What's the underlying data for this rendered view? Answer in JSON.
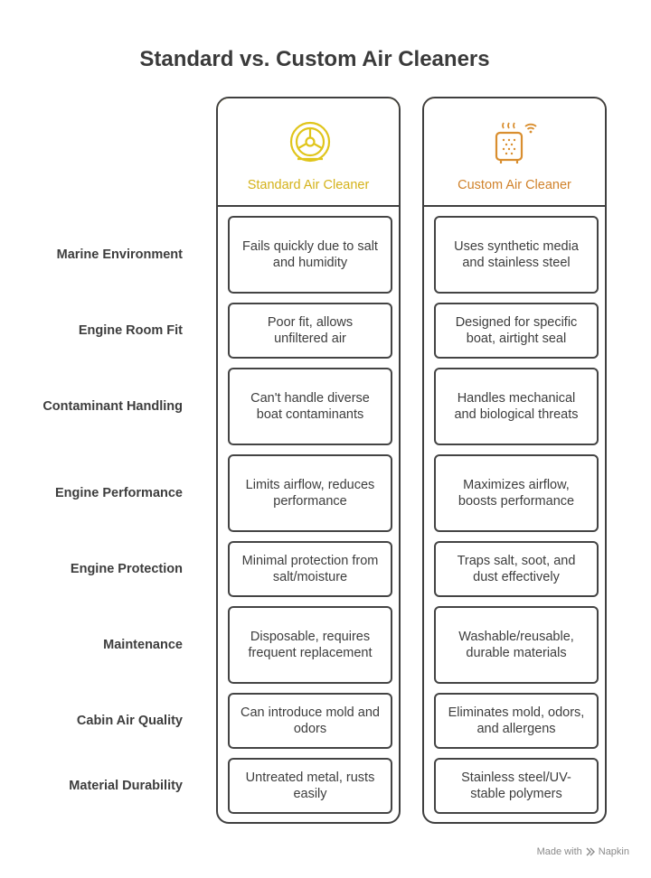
{
  "title": "Standard vs. Custom Air Cleaners",
  "columns": [
    {
      "title": "Standard Air Cleaner",
      "icon": "fan-filter-icon",
      "accent": "#e0c51b"
    },
    {
      "title": "Custom Air Cleaner",
      "icon": "smart-air-purifier-icon",
      "accent": "#d98e2f"
    }
  ],
  "rows": [
    {
      "label": "Marine Environment",
      "standard": "Fails quickly due to salt and humidity",
      "custom": "Uses synthetic media and stainless steel"
    },
    {
      "label": "Engine Room Fit",
      "standard": "Poor fit, allows unfiltered air",
      "custom": "Designed for specific boat, airtight seal"
    },
    {
      "label": "Contaminant Handling",
      "standard": "Can't handle diverse boat contaminants",
      "custom": "Handles mechanical and biological threats"
    },
    {
      "label": "Engine Performance",
      "standard": "Limits airflow, reduces performance",
      "custom": "Maximizes airflow, boosts performance"
    },
    {
      "label": "Engine Protection",
      "standard": "Minimal protection from salt/moisture",
      "custom": "Traps salt, soot, and dust effectively"
    },
    {
      "label": "Maintenance",
      "standard": "Disposable, requires frequent replacement",
      "custom": "Washable/reusable, durable materials"
    },
    {
      "label": "Cabin Air Quality",
      "standard": "Can introduce mold and odors",
      "custom": "Eliminates mold, odors, and allergens"
    },
    {
      "label": "Material Durability",
      "standard": "Untreated metal, rusts easily",
      "custom": "Stainless steel/UV-stable polymers"
    }
  ],
  "footer": {
    "prefix": "Made with",
    "brand": "Napkin"
  }
}
